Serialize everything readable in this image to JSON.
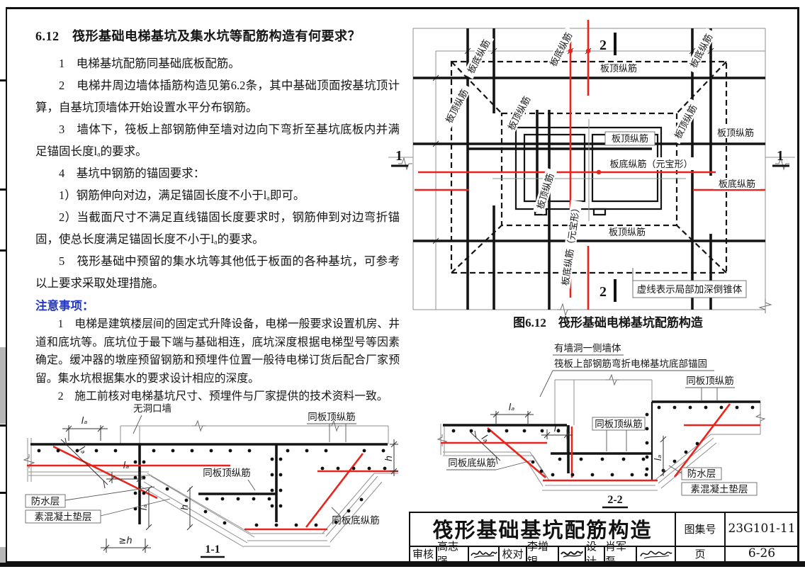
{
  "article": {
    "heading": "6.12　筏形基础电梯基坑及集水坑等配筋构造有何要求？",
    "paras": [
      "1　电梯基坑配筋同基础底板配筋。",
      "2　电梯井周边墙体插筋构造见第6.2条，其中基础顶面按基坑顶计算，自基坑顶墙体开始设置水平分布钢筋。",
      "3　墙体下，筏板上部钢筋伸至墙对边向下弯折至基坑底板内并满足锚固长度lₐ的要求。",
      "4　基坑中钢筋的锚固要求：",
      "1）钢筋伸向对边，满足锚固长度不小于lₐ即可。",
      "2）当截面尺寸不满足直线锚固长度要求时，钢筋伸到对边弯折锚固，使总长度满足锚固长度不小于lₐ的要求。",
      "5　筏形基础中预留的集水坑等其他低于板面的各种基坑，可参考以上要求采取处理措施。"
    ],
    "note_heading": "注意事项：",
    "note_paras": [
      "1　电梯是建筑楼层间的固定式升降设备，电梯一般要求设置机房、井道和底坑等。底坑位于最下端与基础相连，底坑深度根据电梯型号等因素确定。缓冲器的墩座预留钢筋和预埋件位置一般待电梯订货后配合厂家预留。集水坑根据集水的要求设计相应的深度。",
      "2　施工前核对电梯基坑尺寸、预埋件与厂家提供的技术资料一致。"
    ]
  },
  "plan": {
    "caption": "图6.12　筏形基础电梯基坑配筋构造",
    "label_top": "板顶纵筋",
    "label_bottom": "板底纵筋",
    "label_bottom_yuanbao": "板底纵筋（元宝形）",
    "note_dashed": "虚线表示局部加深倒锥体",
    "marker_1": "1",
    "marker_2": "2"
  },
  "s11": {
    "caption": "1-1",
    "wall": "无洞口墙",
    "same_top": "同板顶纵筋",
    "same_bottom": "同板底纵筋",
    "waterproof": "防水层",
    "cushion": "素混凝土垫层",
    "dim_la": "lₐ",
    "dim_h": "h",
    "dim_geh": "≥h"
  },
  "s22": {
    "caption": "2-2",
    "wall_note": "有墙洞一侧墙体",
    "anchor_note": "筏板上部钢筋弯折电梯基坑底部锚固",
    "same_top": "同板顶纵筋",
    "same_bottom": "同板底纵筋",
    "waterproof": "防水层",
    "cushion": "素混凝土垫层",
    "dim_la": "lₐ"
  },
  "titleblock": {
    "title": "筏形基础基坑配筋构造",
    "atlas_label": "图集号",
    "atlas_no": "23G101-11",
    "page_label": "页",
    "page_no": "6-26",
    "review_label": "审核",
    "reviewer": "高志强",
    "check_label": "校对",
    "checker": "李增银",
    "design_label": "设计",
    "designer": "肖军磊"
  }
}
